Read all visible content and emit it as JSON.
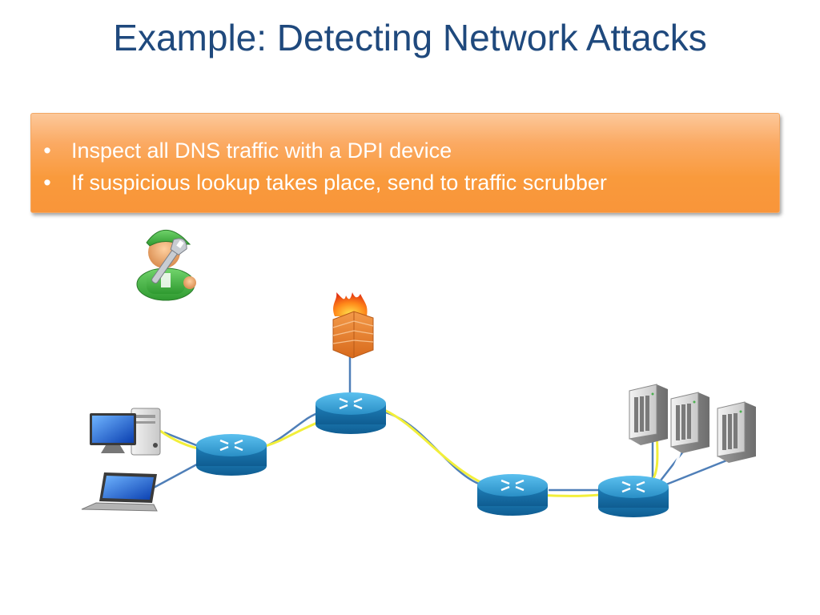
{
  "slide": {
    "title": "Example: Detecting Network Attacks"
  },
  "callout": {
    "bullets": [
      "Inspect all DNS traffic with a DPI device",
      "If suspicious lookup takes place, send to traffic scrubber"
    ],
    "bullet_glyph": "•"
  },
  "colors": {
    "title": "#1f497d",
    "callout": "#f9a352",
    "router": "#2a8fc6",
    "dns_path": "#f2ef3a",
    "other_path": "#ffffff",
    "link": "#4f7fb8"
  },
  "icons": [
    "technician-icon",
    "firewall-icon",
    "desktop-pc-icon",
    "laptop-icon",
    "router-icon",
    "server-icon"
  ]
}
